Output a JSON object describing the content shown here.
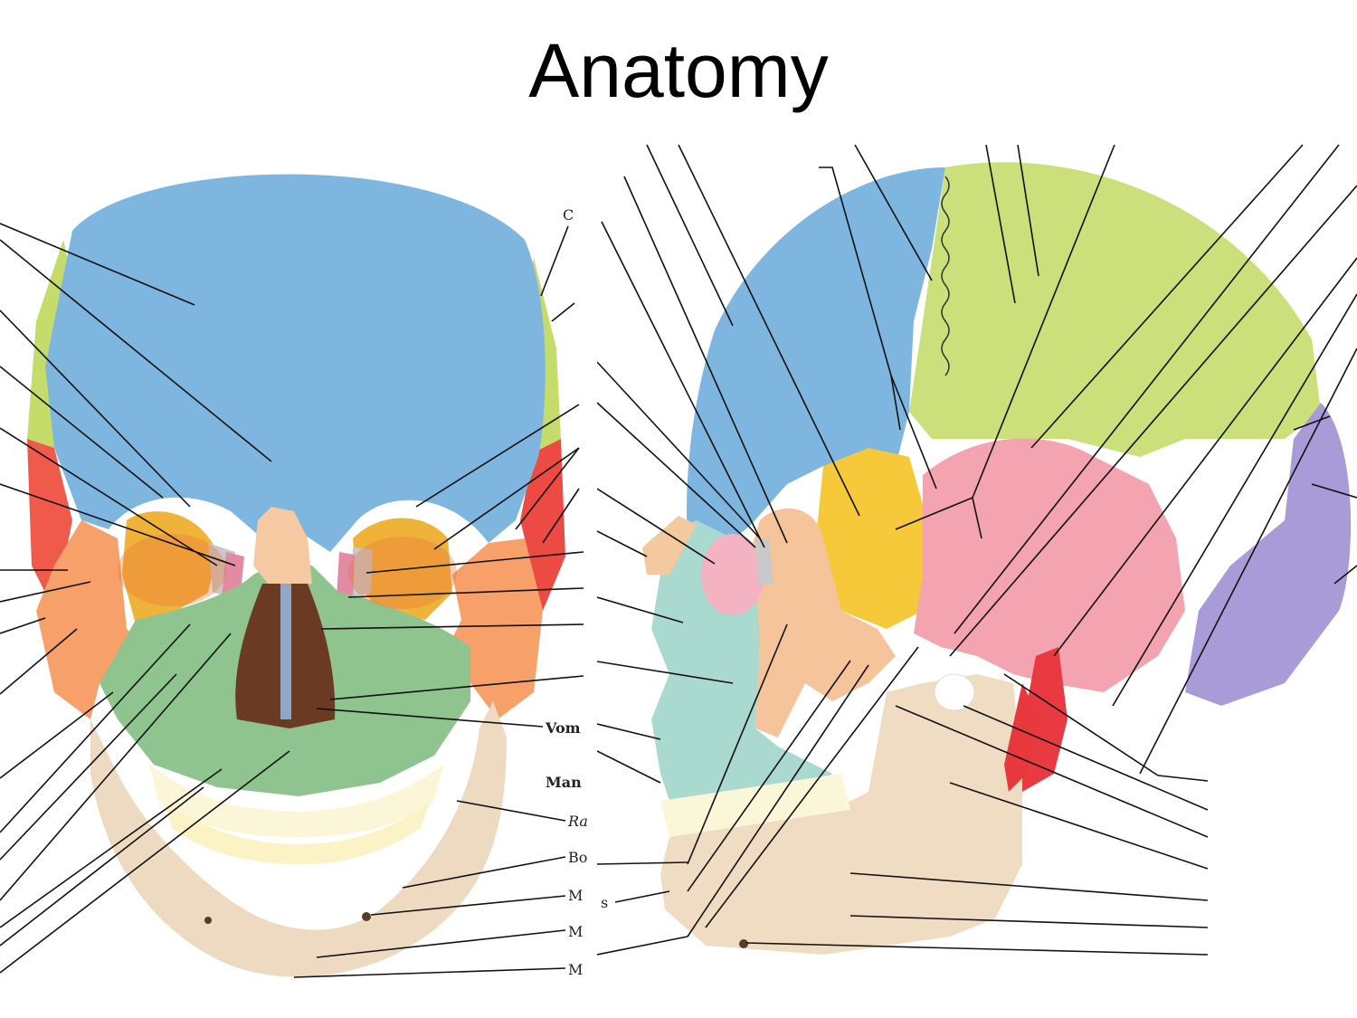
{
  "slide": {
    "title": "Anatomy"
  },
  "front_view": {
    "partial_labels": [
      {
        "id": "c",
        "text": "C"
      },
      {
        "id": "vomer",
        "text": "Vom"
      },
      {
        "id": "mandible",
        "text": "Man"
      },
      {
        "id": "ramus",
        "text": "Ra"
      },
      {
        "id": "body",
        "text": "Bo"
      },
      {
        "id": "m1",
        "text": "M"
      },
      {
        "id": "m2",
        "text": "M"
      },
      {
        "id": "m3",
        "text": "M"
      }
    ]
  },
  "side_view": {
    "partial_labels": [
      {
        "id": "s",
        "text": "s"
      }
    ]
  },
  "colors": {
    "frontal": "#7fb6e0",
    "parietal": "#c6dc6a",
    "temporal": "#f0a0aa",
    "sphenoid": "#f0c24a",
    "zygomatic": "#f4a46a",
    "maxilla": "#8fc48f",
    "nasal": "#f3c7a6",
    "occipital": "#a79ad4",
    "mandible": "#efd9bb",
    "teeth": "#fbf6d8",
    "ethmoid": "#c8c8c8",
    "lacrimal": "#e69ab0",
    "red_accent": "#e8383e"
  }
}
